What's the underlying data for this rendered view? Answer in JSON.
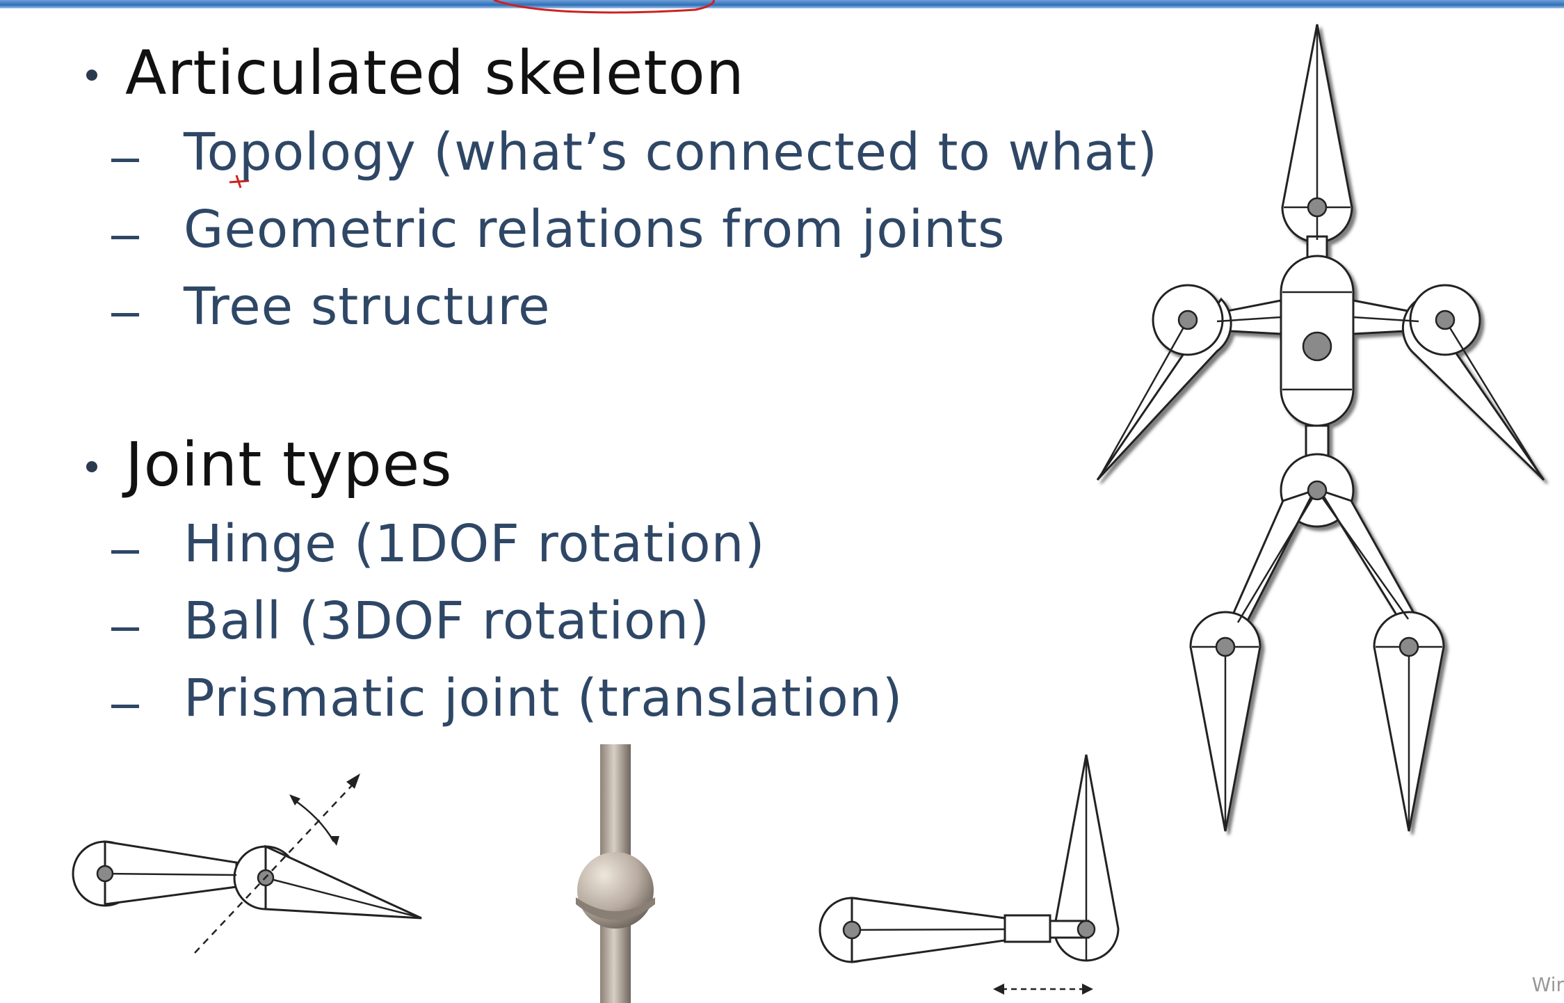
{
  "slide": {
    "bullets": [
      {
        "label": "Articulated skeleton",
        "subitems": [
          "Topology (what’s connected to what)",
          "Geometric relations from joints",
          "Tree structure"
        ]
      },
      {
        "label": "Joint types",
        "subitems": [
          "Hinge (1DOF rotation)",
          "Ball (3DOF rotation)",
          "Prismatic joint (translation)"
        ]
      }
    ],
    "watermark": "Wir"
  },
  "figures": {
    "skeleton": "articulated-skeleton-figure",
    "hinge": "hinge-joint-diagram",
    "ball": "ball-joint-render",
    "prismatic": "prismatic-joint-diagram"
  },
  "colors": {
    "bullet_text": "#111111",
    "sub_text": "#2f4766",
    "top_bar": "#2f6fb9",
    "pen_mark": "#d02020"
  }
}
